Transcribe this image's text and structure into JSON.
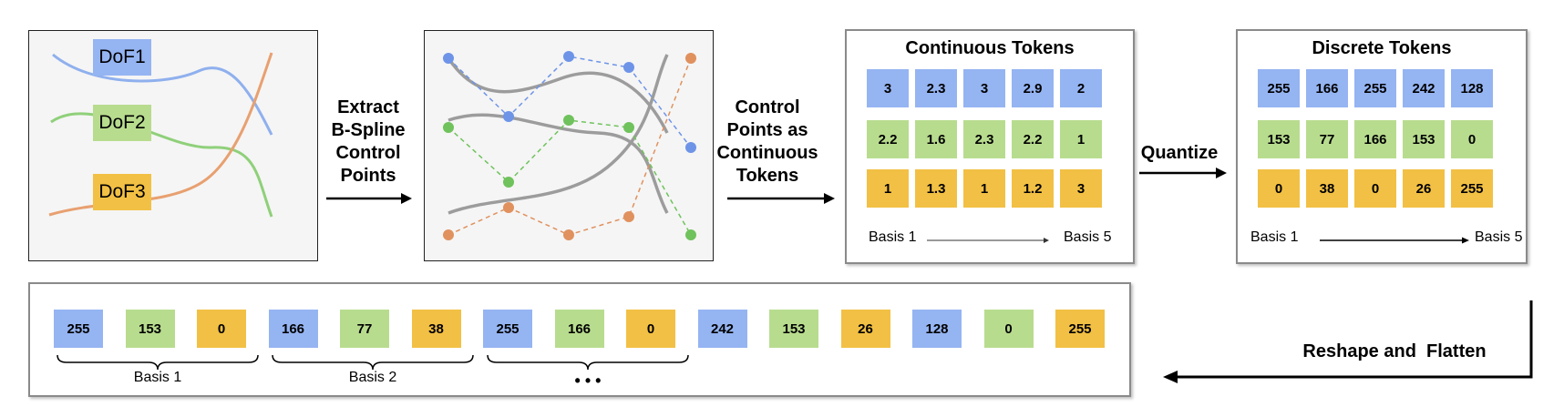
{
  "colors": {
    "blue": "#95b4f2",
    "green": "#b8dc8e",
    "orange": "#f2c044",
    "curve_blue": "#8fb0ee",
    "curve_green": "#8fd07a",
    "curve_orange": "#e8a070",
    "dot_blue": "#6e94e8",
    "dot_green": "#6fc25c",
    "dot_orange": "#e0915e",
    "spline_gray": "#9c9c9c"
  },
  "dof_labels": [
    "DoF1",
    "DoF2",
    "DoF3"
  ],
  "steps": {
    "extract": [
      "Extract",
      "B-Spline",
      "Control",
      "Points"
    ],
    "control": [
      "Control",
      "Points as",
      "Continuous",
      "Tokens"
    ],
    "quantize": "Quantize",
    "reshape": "Reshape and  Flatten"
  },
  "continuous_tokens": {
    "title": "Continuous Tokens",
    "rows": [
      [
        "3",
        "2.3",
        "3",
        "2.9",
        "2"
      ],
      [
        "2.2",
        "1.6",
        "2.3",
        "2.2",
        "1"
      ],
      [
        "1",
        "1.3",
        "1",
        "1.2",
        "3"
      ]
    ],
    "basis_start": "Basis 1",
    "basis_end": "Basis 5"
  },
  "discrete_tokens": {
    "title": "Discrete Tokens",
    "rows": [
      [
        "255",
        "166",
        "255",
        "242",
        "128"
      ],
      [
        "153",
        "77",
        "166",
        "153",
        "0"
      ],
      [
        "0",
        "38",
        "0",
        "26",
        "255"
      ]
    ],
    "basis_start": "Basis 1",
    "basis_end": "Basis 5"
  },
  "flattened": {
    "tokens": [
      {
        "v": "255",
        "c": "blue"
      },
      {
        "v": "153",
        "c": "green"
      },
      {
        "v": "0",
        "c": "orange"
      },
      {
        "v": "166",
        "c": "blue"
      },
      {
        "v": "77",
        "c": "green"
      },
      {
        "v": "38",
        "c": "orange"
      },
      {
        "v": "255",
        "c": "blue"
      },
      {
        "v": "166",
        "c": "green"
      },
      {
        "v": "0",
        "c": "orange"
      },
      {
        "v": "242",
        "c": "blue"
      },
      {
        "v": "153",
        "c": "green"
      },
      {
        "v": "26",
        "c": "orange"
      },
      {
        "v": "128",
        "c": "blue"
      },
      {
        "v": "0",
        "c": "green"
      },
      {
        "v": "255",
        "c": "orange"
      }
    ],
    "groups": [
      "Basis 1",
      "Basis 2",
      "• • •"
    ]
  }
}
